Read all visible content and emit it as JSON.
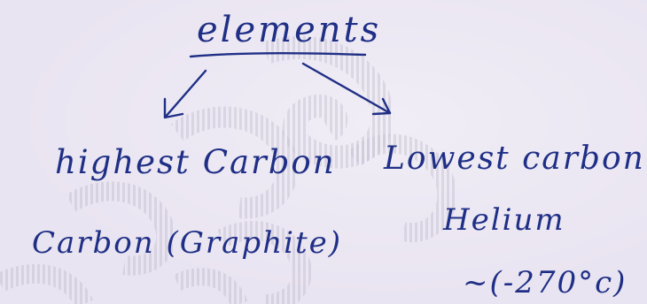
{
  "diagram": {
    "root": {
      "label": "elements"
    },
    "branches": [
      {
        "heading": "highest Carbon",
        "value": "Carbon (Graphite)"
      },
      {
        "heading": "Lowest carbon",
        "value": "Helium",
        "note": "~(-270°c)"
      }
    ]
  },
  "colors": {
    "ink": "#1f2f86",
    "paper": "#e9e4f1",
    "watermark": "#b7b2c4"
  }
}
